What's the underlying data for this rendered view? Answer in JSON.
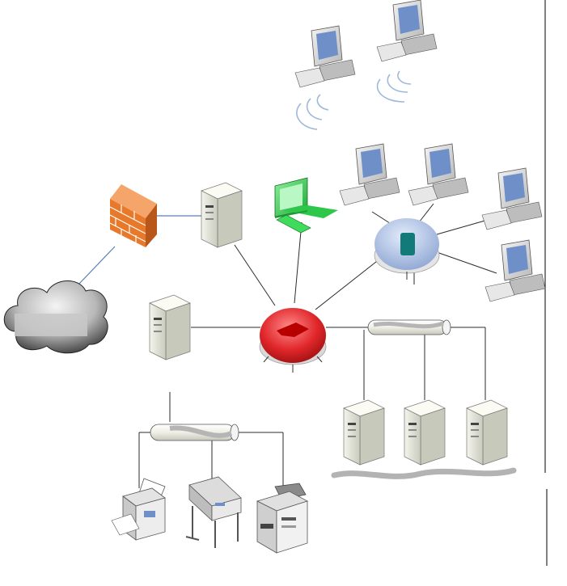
{
  "diagram": {
    "nodes": [
      {
        "id": "internet-cloud",
        "kind": "cloud"
      },
      {
        "id": "firewall",
        "kind": "firewall"
      },
      {
        "id": "web-server",
        "kind": "server"
      },
      {
        "id": "left-server",
        "kind": "server"
      },
      {
        "id": "central-router",
        "kind": "router",
        "color": "#e0262a"
      },
      {
        "id": "secondary-hub",
        "kind": "hub",
        "color": "#9fb3d9"
      },
      {
        "id": "green-workstation",
        "kind": "workstation",
        "color": "#2ec74a"
      },
      {
        "id": "wireless-pc-1",
        "kind": "workstation"
      },
      {
        "id": "wireless-pc-2",
        "kind": "workstation"
      },
      {
        "id": "hub-pc-1",
        "kind": "workstation"
      },
      {
        "id": "hub-pc-2",
        "kind": "workstation"
      },
      {
        "id": "hub-pc-3",
        "kind": "workstation"
      },
      {
        "id": "hub-pc-4",
        "kind": "workstation"
      },
      {
        "id": "server-bus",
        "kind": "bus"
      },
      {
        "id": "server-1",
        "kind": "server"
      },
      {
        "id": "server-2",
        "kind": "server"
      },
      {
        "id": "server-3",
        "kind": "server"
      },
      {
        "id": "printer-bus",
        "kind": "bus"
      },
      {
        "id": "printer-1",
        "kind": "printer"
      },
      {
        "id": "plotter",
        "kind": "plotter"
      },
      {
        "id": "printer-2",
        "kind": "printer"
      }
    ],
    "icons": [
      "cloud-icon",
      "firewall-icon",
      "server-icon",
      "router-icon",
      "hub-icon",
      "workstation-icon",
      "printer-icon",
      "plotter-icon",
      "wireless-icon"
    ],
    "colors": {
      "router": "#e0262a",
      "hub": "#9fb3d9",
      "green_pc": "#2ec74a",
      "firewall": "#e8782a",
      "screen": "#6e8fc7"
    }
  }
}
